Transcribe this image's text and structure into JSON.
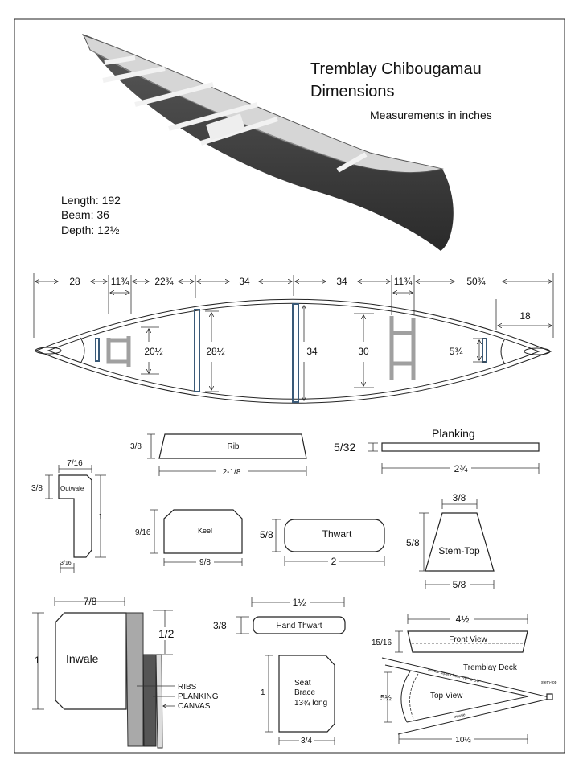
{
  "title_line1": "Tremblay Chibougamau",
  "title_line2": "Dimensions",
  "subtitle": "Measurements in inches",
  "specs": {
    "length": "Length: 192",
    "beam": "Beam: 36",
    "depth": "Depth: 12½"
  },
  "plan": {
    "top_dims": [
      "28",
      "11¾",
      "22¾",
      "34",
      "34",
      "11¾",
      "50¾"
    ],
    "end_dim": "18",
    "widths": [
      "20½",
      "28½",
      "34",
      "30",
      "5¾"
    ]
  },
  "rib": {
    "label": "Rib",
    "height": "3/8",
    "width": "2-1/8"
  },
  "planking": {
    "label": "Planking",
    "height": "5/32",
    "width": "2¾"
  },
  "outwale": {
    "label": "Outwale",
    "top": "7/16",
    "side": "3/8",
    "height": "1",
    "bottom": "3/16"
  },
  "keel": {
    "label": "Keel",
    "height": "9/16",
    "width": "9/8"
  },
  "thwart": {
    "label": "Thwart",
    "height": "5/8",
    "width": "2"
  },
  "stem_top": {
    "label": "Stem-Top",
    "top": "3/8",
    "height": "5/8",
    "bottom": "5/8"
  },
  "inwale": {
    "label": "Inwale",
    "width": "7/8",
    "height": "1",
    "offset": "1/2",
    "layers": [
      "RIBS",
      "PLANKING",
      "CANVAS"
    ]
  },
  "hand_thwart": {
    "label": "Hand Thwart",
    "width": "1½",
    "height": "3/8"
  },
  "seat_brace": {
    "line1": "Seat",
    "line2": "Brace",
    "line3": "13¾ long",
    "height": "1",
    "width": "3/4"
  },
  "deck": {
    "title": "Tremblay Deck",
    "front": "Front View",
    "top": "Top View",
    "front_width": "4½",
    "front_height": "15/16",
    "width": "5½",
    "length": "10½",
    "taper_note": "Inwale tapers from 7/8\" to 5/8\"",
    "stem_note": "stem-top",
    "inwale_note": "inwale"
  },
  "colors": {
    "thwart_blue": "#3a5a78",
    "seat_gray": "#a0a0a0",
    "hull": "#3c3c3c"
  }
}
